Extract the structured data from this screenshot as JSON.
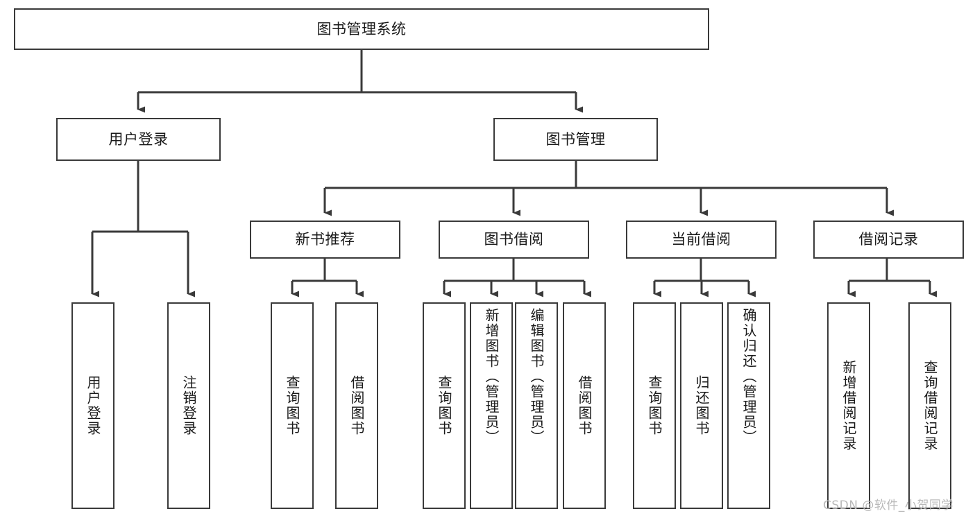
{
  "diagram": {
    "type": "tree-hierarchy",
    "title": "图书管理系统",
    "orientation": "top-down",
    "colors": {
      "node_border": "#3a3a3a",
      "node_fill": "#ffffff",
      "edge": "#3a3a3a",
      "text": "#1a1a1a",
      "watermark": "#b9b9b9",
      "background": "#ffffff"
    },
    "nodes": {
      "root": {
        "label": "图书管理系统"
      },
      "level1": [
        {
          "id": "user-login",
          "label": "用户登录"
        },
        {
          "id": "book-manage",
          "label": "图书管理"
        }
      ],
      "level2": [
        {
          "id": "new-book-rec",
          "label": "新书推荐"
        },
        {
          "id": "book-borrow",
          "label": "图书借阅"
        },
        {
          "id": "current-borrow",
          "label": "当前借阅"
        },
        {
          "id": "borrow-record",
          "label": "借阅记录"
        }
      ],
      "leaves": {
        "user-login": [
          {
            "id": "leaf-user-login",
            "label": "用户登录"
          },
          {
            "id": "leaf-logout",
            "label": "注销登录"
          }
        ],
        "new-book-rec": [
          {
            "id": "leaf-query-book-1",
            "label": "查询图书"
          },
          {
            "id": "leaf-borrow-book-1",
            "label": "借阅图书"
          }
        ],
        "book-borrow": [
          {
            "id": "leaf-query-book-2",
            "label": "查询图书"
          },
          {
            "id": "leaf-add-book",
            "label": "新增图书（管理员）"
          },
          {
            "id": "leaf-edit-book",
            "label": "编辑图书（管理员）"
          },
          {
            "id": "leaf-borrow-book-2",
            "label": "借阅图书"
          }
        ],
        "current-borrow": [
          {
            "id": "leaf-query-book-3",
            "label": "查询图书"
          },
          {
            "id": "leaf-return-book",
            "label": "归还图书"
          },
          {
            "id": "leaf-confirm-return",
            "label": "确认归还（管理员）"
          }
        ],
        "borrow-record": [
          {
            "id": "leaf-add-record",
            "label": "新增借阅记录"
          },
          {
            "id": "leaf-query-record",
            "label": "查询借阅记录"
          }
        ]
      }
    },
    "watermark": "CSDN @软件_小贺同学"
  }
}
